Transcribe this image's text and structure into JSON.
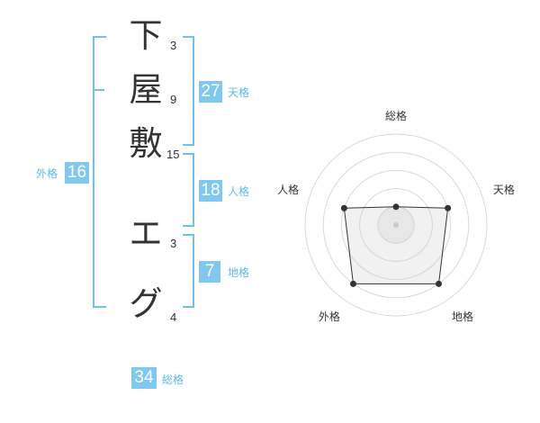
{
  "name": {
    "surname": [
      {
        "char": "下",
        "strokes": "3"
      },
      {
        "char": "屋",
        "strokes": "9"
      },
      {
        "char": "敷",
        "strokes": "15"
      }
    ],
    "given": [
      {
        "char": "エ",
        "strokes": "3"
      },
      {
        "char": "グ",
        "strokes": "4"
      }
    ]
  },
  "kaku": {
    "tenkaku": {
      "value": "27",
      "label": "天格"
    },
    "jinkaku": {
      "value": "18",
      "label": "人格"
    },
    "chikaku": {
      "value": "7",
      "label": "地格"
    },
    "gaikaku": {
      "value": "16",
      "label": "外格"
    },
    "soukaku": {
      "value": "34",
      "label": "総格"
    }
  },
  "colors": {
    "accent": "#80c8f0",
    "bracket": "#72c0ee",
    "text": "#333333"
  },
  "chart_data": {
    "type": "radar",
    "axes": [
      "総格",
      "天格",
      "地格",
      "外格",
      "人格"
    ],
    "values": [
      1,
      3,
      4,
      4,
      3
    ],
    "range": [
      0,
      5
    ],
    "grid": true
  }
}
